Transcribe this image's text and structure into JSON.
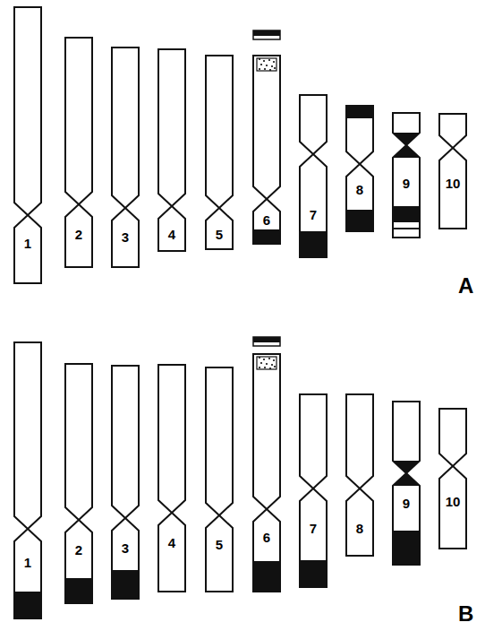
{
  "diagram": {
    "nodes": [
      {
        "text": [
          "1"
        ]
      },
      {
        "text": [
          "2"
        ]
      },
      {
        "text": [
          "3"
        ]
      },
      {
        "text": [
          "4"
        ]
      },
      {
        "text": [
          "5"
        ]
      },
      {
        "text": [
          "6"
        ]
      },
      {
        "text": [
          "7"
        ]
      },
      {
        "text": [
          "8"
        ]
      },
      {
        "text": [
          "9"
        ]
      },
      {
        "text": [
          "10"
        ]
      },
      {
        "text": [
          "1"
        ]
      },
      {
        "text": [
          "2"
        ]
      },
      {
        "text": [
          "3"
        ]
      },
      {
        "text": [
          "4"
        ]
      },
      {
        "text": [
          "5"
        ]
      },
      {
        "text": [
          "6"
        ]
      },
      {
        "text": [
          "7"
        ]
      },
      {
        "text": [
          "8"
        ]
      },
      {
        "text": [
          "9"
        ]
      },
      {
        "text": [
          "10"
        ]
      }
    ],
    "labels": [
      "A",
      "B"
    ]
  }
}
